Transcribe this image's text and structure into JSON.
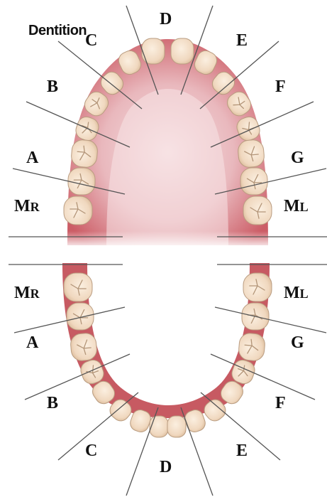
{
  "title": "Dentition",
  "upper": {
    "labels": {
      "d": "D",
      "c_right": "C",
      "e_left": "E",
      "b_right": "B",
      "f_left": "F",
      "a_right": "A",
      "g_left": "G",
      "m_right_main": "M",
      "m_right_sub": "R",
      "m_left_main": "M",
      "m_left_sub": "L"
    }
  },
  "lower": {
    "labels": {
      "m_right_main": "M",
      "m_right_sub": "R",
      "m_left_main": "M",
      "m_left_sub": "L",
      "a_right": "A",
      "g_left": "G",
      "b_right": "B",
      "f_left": "F",
      "c_right": "C",
      "e_left": "E",
      "d": "D"
    }
  },
  "colors": {
    "gum": "#c4525a",
    "palate": "#f2d3d6",
    "tooth": "#f1ddc6",
    "tooth_edge": "#b99c80",
    "line": "#555555"
  }
}
